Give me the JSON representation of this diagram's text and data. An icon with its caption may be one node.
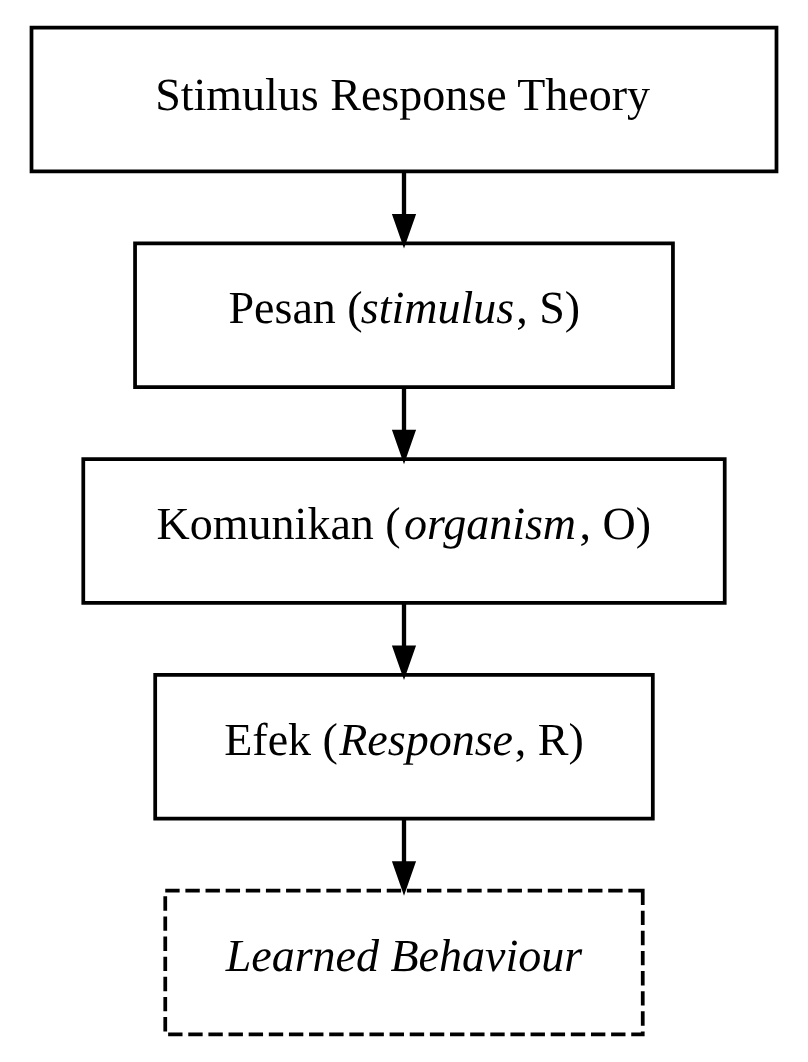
{
  "diagram": {
    "nodes": [
      {
        "text": [
          "Stimulus Response Theory"
        ]
      },
      {
        "text": [
          "Pesan (*stimulus*, S)"
        ]
      },
      {
        "text": [
          "Komunikan (*organism*, O)"
        ]
      },
      {
        "text": [
          "Efek (*Response*, R)"
        ]
      },
      {
        "text": [
          "Learned Behaviour"
        ]
      }
    ],
    "edges": [
      {
        "from": 0,
        "to": 1,
        "arrow": "to"
      },
      {
        "from": 1,
        "to": 2,
        "arrow": "to"
      },
      {
        "from": 2,
        "to": 3,
        "arrow": "to"
      },
      {
        "from": 3,
        "to": 4,
        "arrow": "to"
      }
    ]
  }
}
